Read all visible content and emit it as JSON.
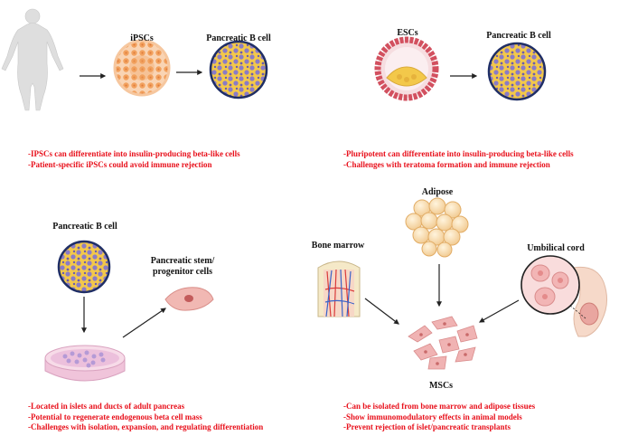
{
  "panels": {
    "ipsc": {
      "source_label": "iPSCs",
      "target_label": "Pancreatic B cell",
      "notes": [
        "-IPSCs can differentiate into insulin-producing beta-like cells",
        "-Patient-specific iPSCs could avoid immune rejection"
      ]
    },
    "esc": {
      "source_label": "ESCs",
      "target_label": "Pancreatic B cell",
      "notes": [
        "-Pluripotent can differentiate into insulin-producing beta-like cells",
        "-Challenges with teratoma formation and immune rejection"
      ]
    },
    "progenitor": {
      "source_label": "Pancreatic B cell",
      "target_label_line1": "Pancreatic stem/",
      "target_label_line2": "progenitor cells",
      "notes": [
        "-Located in islets and ducts of adult pancreas",
        "-Potential to regenerate endogenous beta cell mass",
        "-Challenges with isolation, expansion, and regulating differentiation"
      ]
    },
    "msc": {
      "adipose_label": "Adipose",
      "bone_marrow_label": "Bone marrow",
      "umbilical_label": "Umbilical cord",
      "target_label": "MSCs",
      "notes": [
        "-Can be isolated from bone marrow and adipose tissues",
        "-Show immunomodulatory effects in animal models",
        "-Prevent rejection of islet/pancreatic transplants"
      ]
    }
  },
  "colors": {
    "note_text": "#e8101b",
    "islet_yellow": "#f3c84a",
    "islet_purple": "#8a7bc7",
    "islet_rim": "#1f2e66",
    "ipsc_orange": "#f2a15e",
    "embryo_pink": "#e98a95",
    "msc_pink": "#f0b3b3"
  },
  "icons": [
    "human-silhouette-icon",
    "ipsc-colony-icon",
    "beta-cell-islet-icon",
    "blastocyst-icon",
    "petri-dish-icon",
    "progenitor-cell-icon",
    "bone-marrow-icon",
    "adipose-cluster-icon",
    "umbilical-cord-icon",
    "msc-cells-icon"
  ]
}
